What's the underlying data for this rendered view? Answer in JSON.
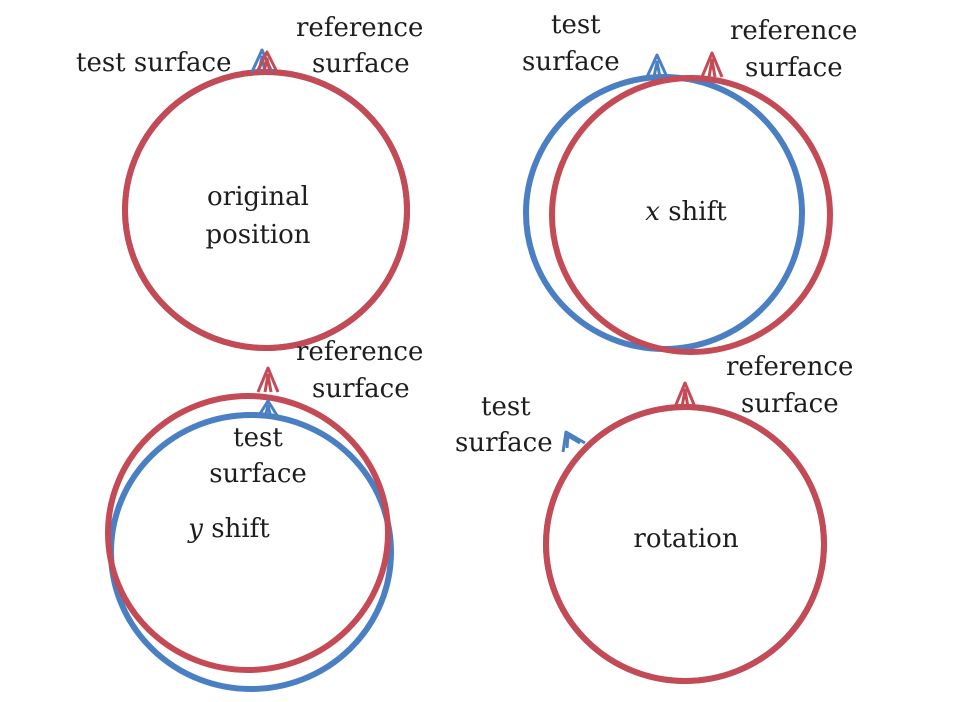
{
  "colors": {
    "test_surface": "#4a7fc3",
    "reference_surface": "#c44a55",
    "text": "#1d1d1d",
    "background": "#ffffff"
  },
  "marker_icon": "caret-arrow-icon",
  "panels": [
    {
      "id": "original",
      "center_label_lines": [
        "original",
        "position"
      ],
      "test_label_lines": [
        "test surface"
      ],
      "reference_label_lines": [
        "reference",
        "surface"
      ]
    },
    {
      "id": "x-shift",
      "center_label_var": "x",
      "center_label_rest": " shift",
      "test_label_lines": [
        "test",
        "surface"
      ],
      "reference_label_lines": [
        "reference",
        "surface"
      ]
    },
    {
      "id": "y-shift",
      "center_label_var": "y",
      "center_label_rest": " shift",
      "test_label_lines": [
        "test",
        "surface"
      ],
      "reference_label_lines": [
        "reference",
        "surface"
      ]
    },
    {
      "id": "rotation",
      "center_label_lines": [
        "rotation"
      ],
      "test_label_lines": [
        "test",
        "surface"
      ],
      "reference_label_lines": [
        "reference",
        "surface"
      ]
    }
  ]
}
